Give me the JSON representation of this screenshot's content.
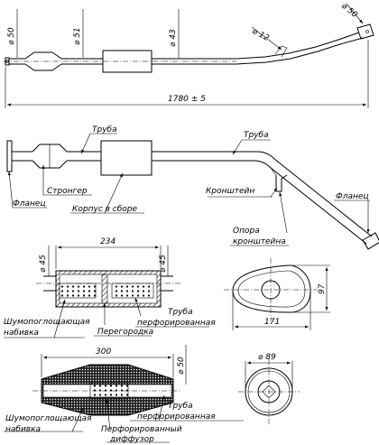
{
  "top_view": {
    "dims": {
      "d_inlet": "⌀ 50",
      "d_body": "⌀ 51",
      "d_pipe": "⌀ 43",
      "d_bracket": "⌀ 12",
      "d_outlet": "⌀ 50",
      "length": "1780 ± 5"
    }
  },
  "side_view": {
    "labels": {
      "pipe_1": "Труба",
      "pipe_2": "Труба",
      "flange_1": "Фланец",
      "flange_2": "Фланец",
      "stronger": "Стронгер",
      "body": "Корпус в сборе",
      "bracket": "Кронштейн",
      "bracket_support_1": "Опора",
      "bracket_support_2": "кронштейна"
    }
  },
  "section_muffler": {
    "dims": {
      "length": "234",
      "d_left": "⌀ 45",
      "d_right": "⌀ 45"
    },
    "labels": {
      "absorbent_1": "Шумопоглощающая",
      "absorbent_2": "набивка",
      "baffle": "Перегородка",
      "pipe_1": "Труба",
      "pipe_2": "перфорированная"
    }
  },
  "oval_view": {
    "dims": {
      "height": "97",
      "width": "171"
    }
  },
  "section_stronger": {
    "dims": {
      "length": "300",
      "d": "⌀ 50"
    },
    "labels": {
      "absorbent_1": "Шумопоглощающая",
      "absorbent_2": "набивка",
      "pipe_1": "Труба",
      "pipe_2": "перфорированная",
      "diffuser_1": "Перфорированный",
      "diffuser_2": "диффузор"
    }
  },
  "round_view": {
    "dims": {
      "d": "⌀ 89"
    }
  }
}
